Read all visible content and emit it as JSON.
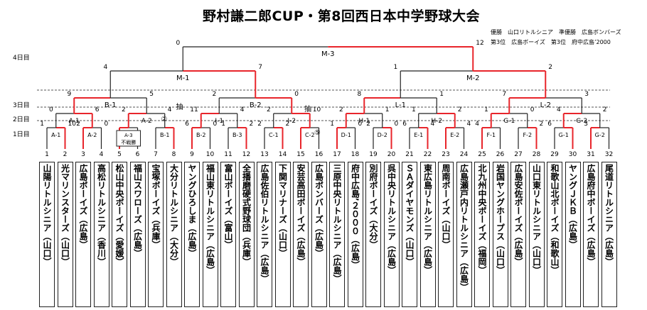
{
  "title": "野村謙二郎CUP・第8回西日本中学野球大会",
  "results": {
    "line1": "優勝　山口リトルシニア　準優勝　広島ボンバーズ",
    "line2": "第3位　広島ボーイズ　第3位　府中広島’2000"
  },
  "days": [
    "4日目",
    "3日目",
    "2日目",
    "1日目"
  ],
  "colors": {
    "win": "#e8252b",
    "line": "#222222"
  },
  "bracket": {
    "final": {
      "label": "M-3",
      "left_score": "0",
      "right_score": "12"
    },
    "semis": [
      {
        "label": "M-1",
        "left_score": "4",
        "right_score": "7"
      },
      {
        "label": "M-2",
        "left_score": "1",
        "right_score": "2"
      }
    ],
    "quarters": [
      {
        "label": "B-1",
        "left_score": "9",
        "right_score": "5"
      },
      {
        "label": "B-2",
        "left_score": "2",
        "right_score": "0"
      },
      {
        "label": "L-1",
        "left_score": "8",
        "right_score": "1"
      },
      {
        "label": "L-2",
        "left_score": "7",
        "right_score": "3"
      }
    ],
    "round2": [
      {
        "label": "A-1",
        "left_score": "0",
        "right_score": "6"
      },
      {
        "label": "A-2",
        "left_score": "2",
        "right_score": "4"
      },
      {
        "label": "I-1",
        "left_score": "11",
        "right_score": "4"
      },
      {
        "label": "I-2",
        "left_score": "2",
        "right_score": "10"
      },
      {
        "label": "H-1",
        "left_score": "2",
        "right_score": "1"
      },
      {
        "label": "H-2",
        "left_score": "1",
        "right_score": "2"
      },
      {
        "label": "G-1",
        "left_score": "1",
        "right_score": "0"
      },
      {
        "label": "G-2",
        "left_score": "4",
        "right_score": "2"
      }
    ],
    "round1": [
      {
        "label": "A-1",
        "left_score": "1",
        "right_score": "10"
      },
      {
        "label": "A-2",
        "left_score": "2",
        "right_score": "0"
      },
      {
        "label": "A-3",
        "left_score": "",
        "right_score": "",
        "note": "不戦勝"
      },
      {
        "label": "B-1",
        "left_score": "",
        "right_score": ""
      },
      {
        "label": "B-2",
        "left_score": "6",
        "right_score": "0"
      },
      {
        "label": "B-3",
        "left_score": "1",
        "right_score": "2"
      },
      {
        "label": "C-1",
        "left_score": "2",
        "right_score": "2"
      },
      {
        "label": "C-2",
        "left_score": "",
        "right_score": ""
      },
      {
        "label": "D-1",
        "left_score": "1",
        "right_score": "0"
      },
      {
        "label": "D-2",
        "left_score": "2",
        "right_score": "0"
      },
      {
        "label": "E-1",
        "left_score": "6",
        "right_score": "4"
      },
      {
        "label": "E-2",
        "left_score": "",
        "right_score": "4"
      },
      {
        "label": "F-1",
        "left_score": "4",
        "right_score": ""
      },
      {
        "label": "F-2",
        "left_score": "",
        "right_score": "2"
      },
      {
        "label": "G-1",
        "left_score": "6",
        "right_score": ""
      },
      {
        "label": "G-2",
        "left_score": "3",
        "right_score": ""
      }
    ],
    "notes": [
      {
        "text": "抽"
      },
      {
        "text": "②"
      },
      {
        "text": "抽"
      },
      {
        "text": "⑤"
      }
    ]
  },
  "teams": [
    "山陽リトルシニア（山口）",
    "光マリンスターズ（山口）",
    "広島ボーイズ（広島）",
    "高松リトルシニア（香川）",
    "松山中央ボーイズ（愛媛）",
    "福山スワローズ（広島）",
    "宝塚ボーイズ（兵庫）",
    "大分リトルシニア（大分）",
    "ヤングひろしま（広島）",
    "福山東リトルシニア（広島）",
    "富山ボーイズ（富山）",
    "全播磨硬式野球団（兵庫）",
    "広島佐伯リトルシニア（広島）",
    "下関マリナーズ（山口）",
    "安芸高田ボーイズ（広島）",
    "広島ボンバーズ（広島）",
    "三原中央リトルシニア（広島）",
    "府中広島’２０００（広島）",
    "別府ボーイズ（大分）",
    "呉中央リトルシニア（広島）",
    "ＳＡダイヤモンズ（山口）",
    "東広島リトルシニア（広島）",
    "周南ボーイズ（山口）",
    "広島瀬戸内リトルシニア（広島）",
    "北九州中央ボーイズ（福岡）",
    "岩国ヤングホープス（山口）",
    "広島安佐ボーイズ（広島）",
    "山口東リトルシニア（山口）",
    "和歌山北ボーイズ（和歌山）",
    "ヤングＪＫＢ（広島）",
    "広島府中ボーイズ（広島）",
    "尾道リトルシニア（広島）"
  ]
}
